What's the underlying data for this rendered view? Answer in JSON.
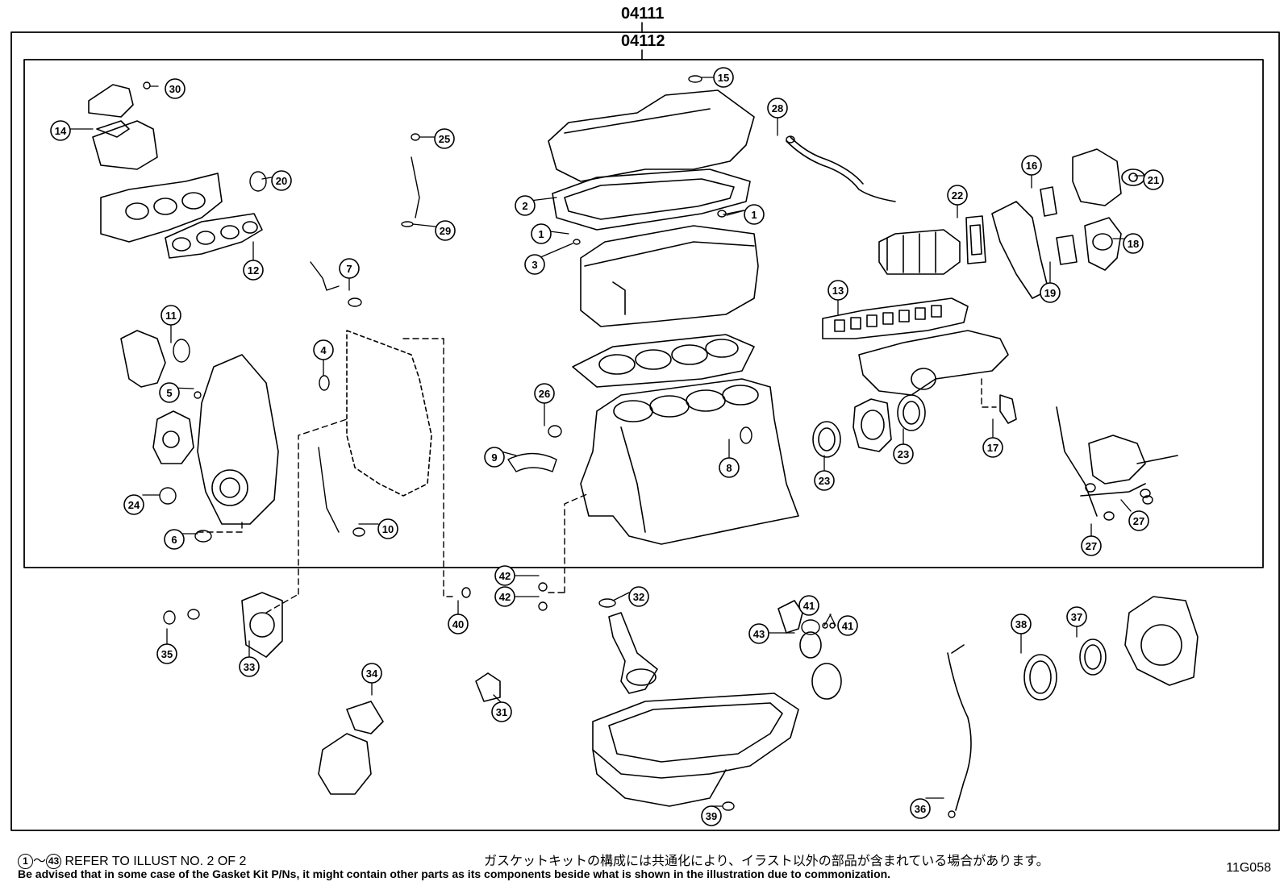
{
  "header": {
    "code_outer": "04111",
    "code_inner": "04112"
  },
  "callouts": [
    {
      "id": "p1a",
      "number": "1"
    },
    {
      "id": "p1b",
      "number": "1"
    },
    {
      "id": "p2",
      "number": "2"
    },
    {
      "id": "p3",
      "number": "3"
    },
    {
      "id": "p4",
      "number": "4"
    },
    {
      "id": "p5",
      "number": "5"
    },
    {
      "id": "p6",
      "number": "6"
    },
    {
      "id": "p7",
      "number": "7"
    },
    {
      "id": "p8",
      "number": "8"
    },
    {
      "id": "p9",
      "number": "9"
    },
    {
      "id": "p10",
      "number": "10"
    },
    {
      "id": "p11",
      "number": "11"
    },
    {
      "id": "p12",
      "number": "12"
    },
    {
      "id": "p13",
      "number": "13"
    },
    {
      "id": "p14",
      "number": "14"
    },
    {
      "id": "p15",
      "number": "15"
    },
    {
      "id": "p16",
      "number": "16"
    },
    {
      "id": "p17",
      "number": "17"
    },
    {
      "id": "p18",
      "number": "18"
    },
    {
      "id": "p19",
      "number": "19"
    },
    {
      "id": "p20",
      "number": "20"
    },
    {
      "id": "p21",
      "number": "21"
    },
    {
      "id": "p22",
      "number": "22"
    },
    {
      "id": "p23a",
      "number": "23"
    },
    {
      "id": "p23b",
      "number": "23"
    },
    {
      "id": "p24",
      "number": "24"
    },
    {
      "id": "p25",
      "number": "25"
    },
    {
      "id": "p26",
      "number": "26"
    },
    {
      "id": "p27a",
      "number": "27"
    },
    {
      "id": "p27b",
      "number": "27"
    },
    {
      "id": "p28",
      "number": "28"
    },
    {
      "id": "p29",
      "number": "29"
    },
    {
      "id": "p30",
      "number": "30"
    },
    {
      "id": "p31",
      "number": "31"
    },
    {
      "id": "p32",
      "number": "32"
    },
    {
      "id": "p33",
      "number": "33"
    },
    {
      "id": "p34",
      "number": "34"
    },
    {
      "id": "p35",
      "number": "35"
    },
    {
      "id": "p36",
      "number": "36"
    },
    {
      "id": "p37",
      "number": "37"
    },
    {
      "id": "p38",
      "number": "38"
    },
    {
      "id": "p39",
      "number": "39"
    },
    {
      "id": "p40",
      "number": "40"
    },
    {
      "id": "p41a",
      "number": "41"
    },
    {
      "id": "p41b",
      "number": "41"
    },
    {
      "id": "p42a",
      "number": "42"
    },
    {
      "id": "p42b",
      "number": "42"
    },
    {
      "id": "p43",
      "number": "43"
    }
  ],
  "footer": {
    "ref_start": "1",
    "ref_end": "43",
    "ref_sep": "～",
    "ref_text": "REFER TO ILLUST NO. 2 OF 2",
    "jp_note": "ガスケットキットの構成には共通化により、イラスト以外の部品が含まれている場合があります。",
    "en_note": "Be advised that in some case of the Gasket Kit P/Ns,  it might contain other parts as its components beside what is shown in the illustration due to commonization.",
    "illust_code": "11G058"
  }
}
